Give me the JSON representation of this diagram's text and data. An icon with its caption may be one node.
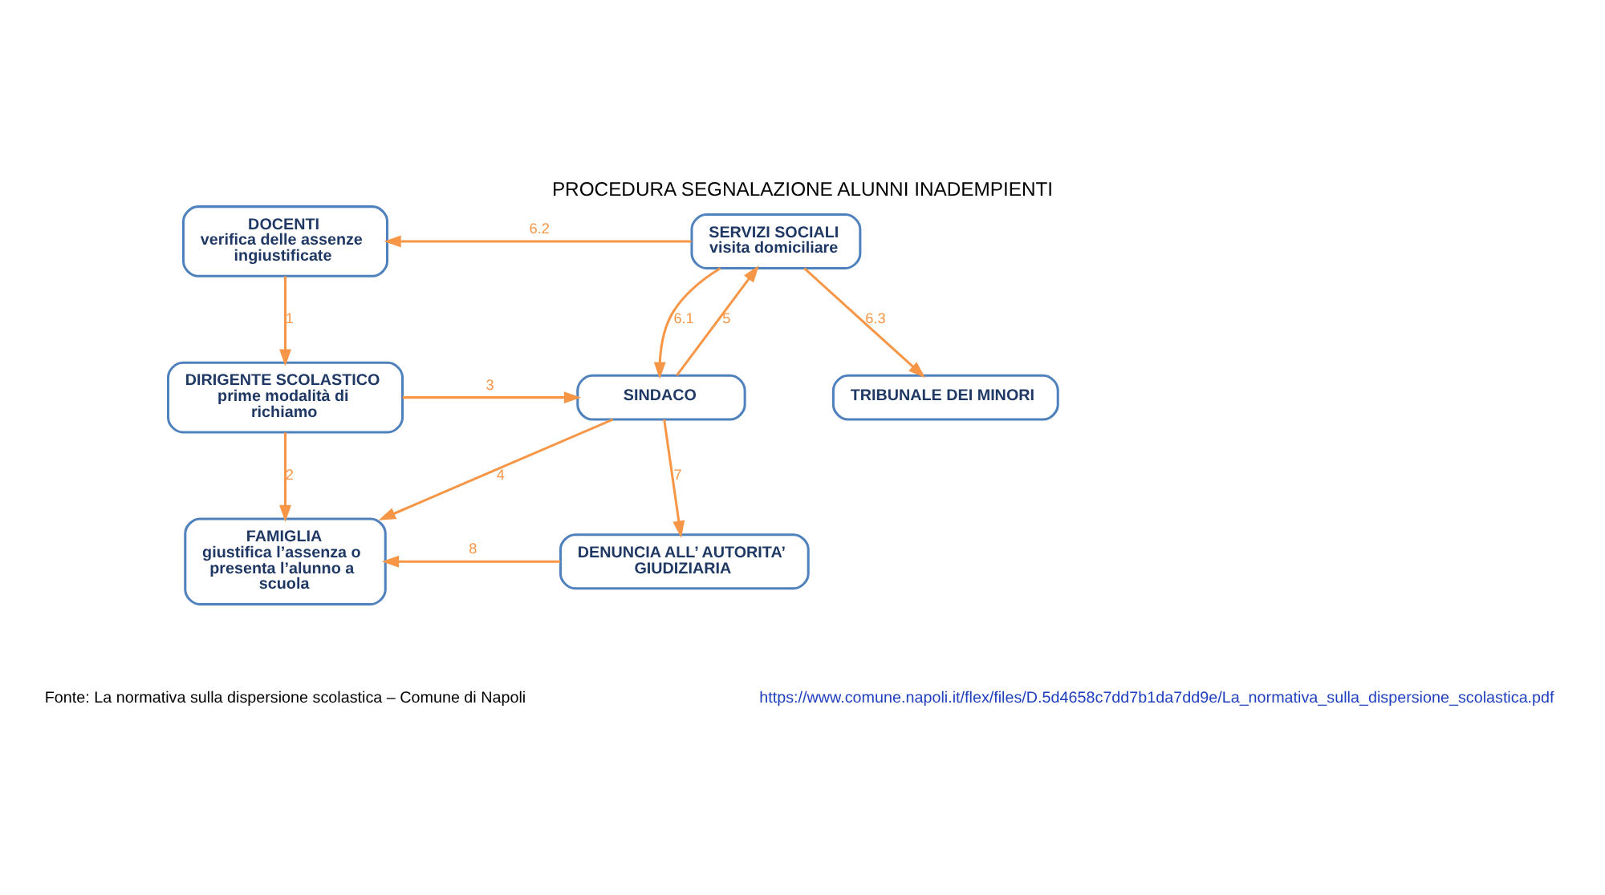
{
  "diagram": {
    "title": "PROCEDURA SEGNALAZIONE ALUNNI INADEMPIENTI",
    "caption": "Fonte: La normativa sulla dispersione scolastica – Comune di Napoli",
    "nodes": [
      {
        "text": [
          "DOCENTI",
          "verifica delle assenze ingiustificate"
        ]
      },
      {
        "text": [
          "DIRIGENTE SCOLASTICO",
          "prime modalità di richiamo"
        ]
      },
      {
        "text": [
          "FAMIGLIA",
          "giustifica l’assenza o presenta l’alunno a scuola"
        ]
      },
      {
        "text": [
          "SINDACO"
        ]
      },
      {
        "text": [
          "SERVIZI SOCIALI",
          "visita domiciliare"
        ]
      },
      {
        "text": [
          "TRIBUNALE DEI MINORI"
        ]
      },
      {
        "text": [
          "DENUNCIA ALL’ AUTORITA’ GIUDIZIARIA"
        ]
      }
    ],
    "edges": [
      {
        "from": 0,
        "to": 1,
        "arrow": "to",
        "label": "1"
      },
      {
        "from": 1,
        "to": 2,
        "arrow": "to",
        "label": "2"
      },
      {
        "from": 1,
        "to": 3,
        "arrow": "to",
        "label": "3"
      },
      {
        "from": 3,
        "to": 2,
        "arrow": "to",
        "label": "4"
      },
      {
        "from": 3,
        "to": 4,
        "arrow": "to",
        "label": "5"
      },
      {
        "from": 4,
        "to": 3,
        "arrow": "to",
        "label": "6.1"
      },
      {
        "from": 4,
        "to": 0,
        "arrow": "to",
        "label": "6.2"
      },
      {
        "from": 4,
        "to": 5,
        "arrow": "to",
        "label": "6.3"
      },
      {
        "from": 3,
        "to": 6,
        "arrow": "to",
        "label": "7"
      },
      {
        "from": 6,
        "to": 2,
        "arrow": "to",
        "label": "8"
      }
    ],
    "labels": [
      "https://www.comune.napoli.it/flex/files/D.5d4658c7dd7b1da7dd9e/La_normativa_sulla_dispersione_scolastica.pdf"
    ]
  }
}
